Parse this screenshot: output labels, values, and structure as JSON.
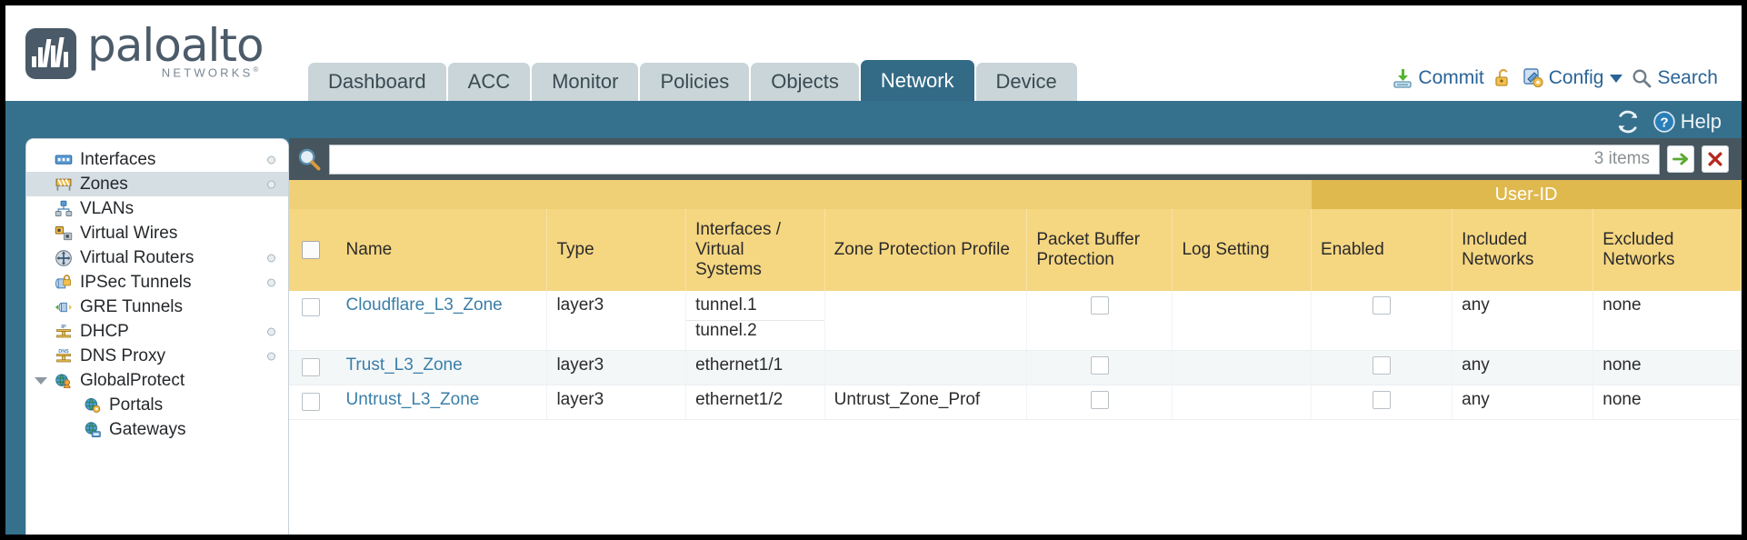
{
  "brand": {
    "name": "paloalto",
    "sub": "NETWORKS",
    "sup": "®"
  },
  "nav": {
    "tabs": [
      {
        "label": "Dashboard",
        "active": false
      },
      {
        "label": "ACC",
        "active": false
      },
      {
        "label": "Monitor",
        "active": false
      },
      {
        "label": "Policies",
        "active": false
      },
      {
        "label": "Objects",
        "active": false
      },
      {
        "label": "Network",
        "active": true
      },
      {
        "label": "Device",
        "active": false
      }
    ]
  },
  "header_actions": {
    "commit": "Commit",
    "lock_icon": "unlock-icon",
    "config": "Config",
    "search": "Search"
  },
  "sub_bar": {
    "refresh_icon": "refresh-icon",
    "help": "Help"
  },
  "sidebar": {
    "items": [
      {
        "label": "Interfaces",
        "icon": "interfaces-icon",
        "selected": false,
        "dot": true,
        "child": false,
        "expander": false
      },
      {
        "label": "Zones",
        "icon": "zones-icon",
        "selected": true,
        "dot": true,
        "child": false,
        "expander": false
      },
      {
        "label": "VLANs",
        "icon": "vlans-icon",
        "selected": false,
        "dot": false,
        "child": false,
        "expander": false
      },
      {
        "label": "Virtual Wires",
        "icon": "virtual-wires-icon",
        "selected": false,
        "dot": false,
        "child": false,
        "expander": false
      },
      {
        "label": "Virtual Routers",
        "icon": "virtual-routers-icon",
        "selected": false,
        "dot": true,
        "child": false,
        "expander": false
      },
      {
        "label": "IPSec Tunnels",
        "icon": "ipsec-tunnels-icon",
        "selected": false,
        "dot": true,
        "child": false,
        "expander": false
      },
      {
        "label": "GRE Tunnels",
        "icon": "gre-tunnels-icon",
        "selected": false,
        "dot": false,
        "child": false,
        "expander": false
      },
      {
        "label": "DHCP",
        "icon": "dhcp-icon",
        "selected": false,
        "dot": true,
        "child": false,
        "expander": false
      },
      {
        "label": "DNS Proxy",
        "icon": "dns-proxy-icon",
        "selected": false,
        "dot": true,
        "child": false,
        "expander": false
      },
      {
        "label": "GlobalProtect",
        "icon": "globalprotect-icon",
        "selected": false,
        "dot": false,
        "child": false,
        "expander": true
      },
      {
        "label": "Portals",
        "icon": "portals-icon",
        "selected": false,
        "dot": false,
        "child": true,
        "expander": false
      },
      {
        "label": "Gateways",
        "icon": "gateways-icon",
        "selected": false,
        "dot": false,
        "child": true,
        "expander": false
      }
    ]
  },
  "toolbar": {
    "search_icon": "magnifier-icon",
    "search_value": "",
    "search_placeholder": "",
    "item_count": "3 items",
    "apply_icon": "green-arrow-icon",
    "clear_icon": "red-x-icon"
  },
  "table": {
    "group_headers": [
      {
        "label": "",
        "span": 7
      },
      {
        "label": "User-ID",
        "span": 3
      }
    ],
    "columns": [
      "",
      "Name",
      "Type",
      "Interfaces /\nVirtual\nSystems",
      "Zone Protection\nProfile",
      "Packet Buffer\nProtection",
      "Log Setting",
      "Enabled",
      "Included\nNetworks",
      "Excluded\nNetworks"
    ],
    "column_labels": {
      "name": "Name",
      "type": "Type",
      "interfaces": "Interfaces / Virtual Systems",
      "zone_protection": "Zone Protection Profile",
      "packet_buffer": "Packet Buffer Protection",
      "log_setting": "Log Setting",
      "enabled": "Enabled",
      "included": "Included Networks",
      "excluded": "Excluded Networks",
      "user_id_group": "User-ID"
    },
    "rows": [
      {
        "selected": false,
        "name": "Cloudflare_L3_Zone",
        "type": "layer3",
        "interfaces": [
          "tunnel.1",
          "tunnel.2"
        ],
        "zone_protection": "",
        "packet_buffer": false,
        "log_setting": "",
        "enabled": false,
        "included": "any",
        "excluded": "none"
      },
      {
        "selected": false,
        "name": "Trust_L3_Zone",
        "type": "layer3",
        "interfaces": [
          "ethernet1/1"
        ],
        "zone_protection": "",
        "packet_buffer": false,
        "log_setting": "",
        "enabled": false,
        "included": "any",
        "excluded": "none"
      },
      {
        "selected": false,
        "name": "Untrust_L3_Zone",
        "type": "layer3",
        "interfaces": [
          "ethernet1/2"
        ],
        "zone_protection": "Untrust_Zone_Prof",
        "packet_buffer": false,
        "log_setting": "",
        "enabled": false,
        "included": "any",
        "excluded": "none"
      }
    ]
  },
  "colors": {
    "brand_blue": "#35708d",
    "active_tab": "#336b87",
    "table_header": "#f5d681",
    "user_id_header": "#e0b94e",
    "link": "#3a7fa8",
    "content_bg": "#47565e"
  }
}
